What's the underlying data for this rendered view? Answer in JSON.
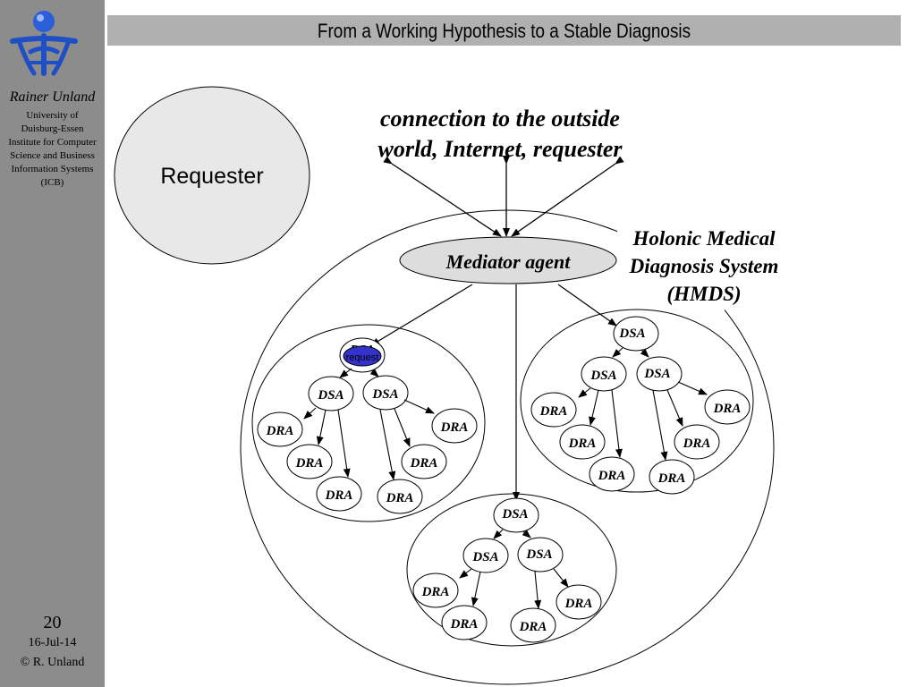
{
  "header": {
    "title": "From a Working Hypothesis to a Stable Diagnosis"
  },
  "sidebar": {
    "author": "Rainer Unland",
    "affiliation": [
      "University of",
      "Duisburg-Essen",
      "Institute for Computer",
      "Science and Business",
      "Information Systems",
      "(ICB)"
    ],
    "page_number": "20",
    "date": "16-Jul-14",
    "copyright": "© R. Unland"
  },
  "diagram": {
    "requester_label": "Requester",
    "outside_label": [
      "connection to the outside",
      "world, Internet, requester"
    ],
    "system_label": [
      "Holonic Medical",
      "Diagnosis System",
      "(HMDS)"
    ],
    "mediator_label": "Mediator agent",
    "dsa_label": "DSA",
    "dra_label": "DRA",
    "request_label": "request",
    "request_hidden_label": "DSA",
    "colors": {
      "requester_fill": "#e8e8e8",
      "mediator_fill": "#dddddd",
      "request_fill": "#3333cc",
      "sidebar": "#8c8c8c",
      "titlebar": "#b0b0b0"
    }
  }
}
